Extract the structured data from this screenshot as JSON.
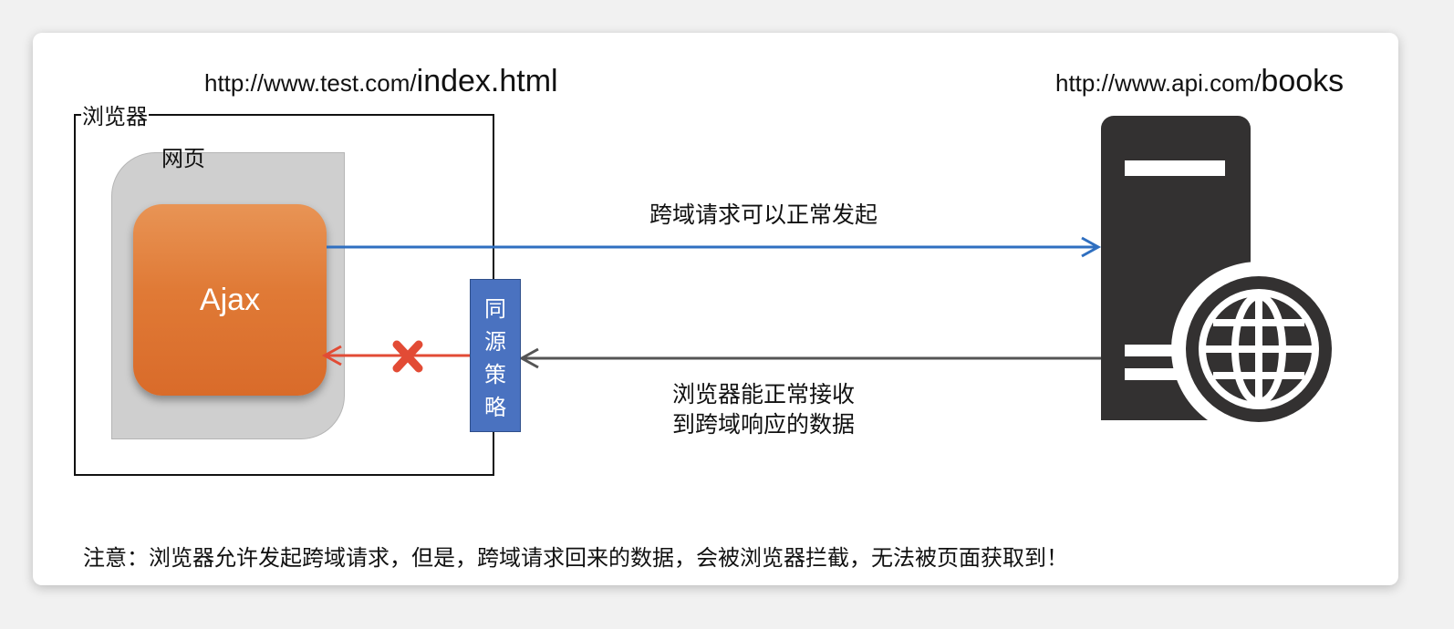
{
  "urls": {
    "client_base": "http://www.test.com/",
    "client_path": "index.html",
    "server_base": "http://www.api.com/",
    "server_path": "books"
  },
  "browser": {
    "label": "浏览器"
  },
  "webpage": {
    "label": "网页"
  },
  "ajax": {
    "label": "Ajax"
  },
  "policy": {
    "chars": [
      "同",
      "源",
      "策",
      "略"
    ]
  },
  "request": {
    "label": "跨域请求可以正常发起"
  },
  "response": {
    "line1": "浏览器能正常接收",
    "line2": "到跨域响应的数据"
  },
  "note": "注意：浏览器允许发起跨域请求，但是，跨域请求回来的数据，会被浏览器拦截，无法被页面获取到！",
  "colors": {
    "request_arrow": "#2f6fc0",
    "response_arrow": "#555555",
    "blocked_arrow": "#e24b35",
    "server": "#333131",
    "policy": "#4a72c0",
    "ajax": "#e07a36"
  },
  "icons": [
    "server-icon",
    "globe-icon",
    "blocked-x-icon"
  ]
}
